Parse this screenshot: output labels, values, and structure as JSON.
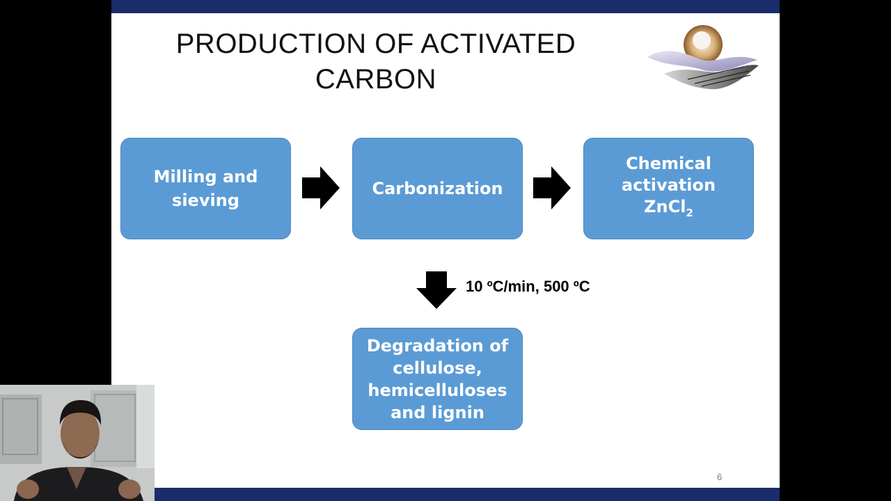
{
  "slide": {
    "title_line1": "PRODUCTION OF ACTIVATED",
    "title_line2": "CARBON",
    "page_number": "6"
  },
  "flow": {
    "step1_line1": "Milling and",
    "step1_line2": "sieving",
    "step2": "Carbonization",
    "step3_line1": "Chemical",
    "step3_line2": "activation",
    "step3_line3_main": "ZnCl",
    "step3_line3_sub": "2",
    "condition": "10 ºC/min, 500 ºC",
    "result_line1": "Degradation of",
    "result_line2": "cellulose,",
    "result_line3": "hemicelluloses",
    "result_line4": "and lignin"
  },
  "colors": {
    "bar": "#1b2c6b",
    "box": "#5b9bd5",
    "arrow": "#000000"
  },
  "icons": {
    "logo": "biomass-logo-icon",
    "webcam": "presenter-webcam"
  }
}
